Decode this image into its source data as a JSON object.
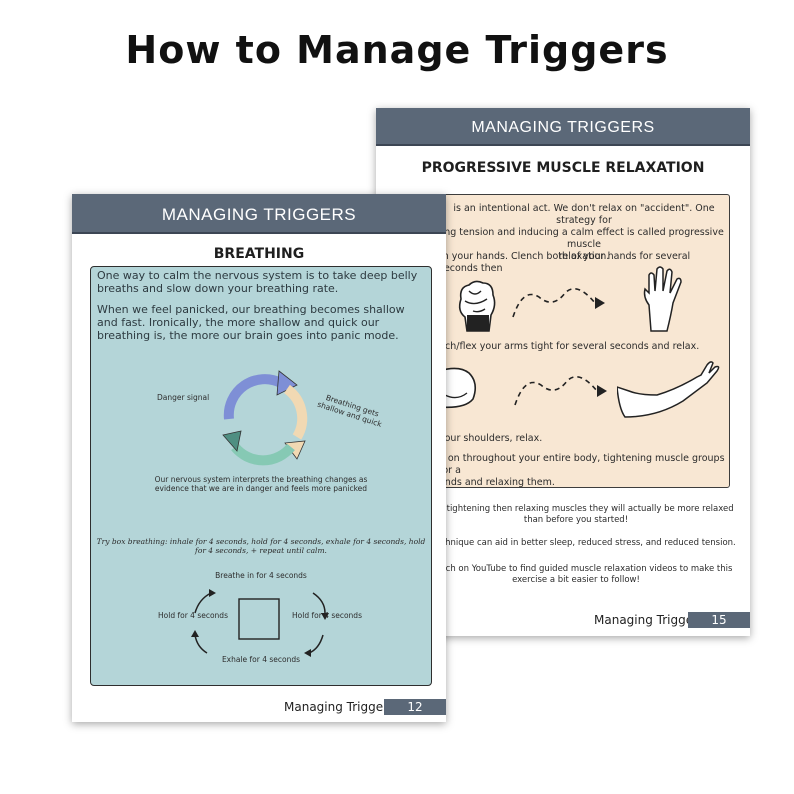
{
  "title": "How to Manage Triggers",
  "page_back": {
    "header": "MANAGING TRIGGERS",
    "section_title": "PROGRESSIVE MUSCLE RELAXATION",
    "box_line1": "is an intentional act. We don't relax on \"accident\". One strategy for",
    "box_line2": "ng tension and inducing a calm effect is called progressive muscle",
    "box_line3": "relaxation.",
    "hands_line1": "th your hands. Clench both of your hands for several seconds then",
    "arms_line": "nch/flex your arms tight for several seconds and relax.",
    "shoulders_line": "your shoulders, relax.",
    "body_line1": "e on throughout your entire body, tightening muscle groups for a",
    "body_line2": "onds and relaxing them.",
    "after1_line1": "onally tightening then relaxing muscles they will actually be more relaxed",
    "after1_line2": "than before you started!",
    "after2": "ion technique can aid in better sleep, reduced stress, and reduced tension.",
    "after3_line1": "o search on YouTube to find guided muscle relaxation videos to make this",
    "after3_line2": "exercise a bit easier to follow!",
    "footer_label": "Managing Triggers",
    "page_number": "15"
  },
  "page_front": {
    "header": "MANAGING TRIGGERS",
    "section_title": "BREATHING",
    "intro_p1": "One way to calm the nervous system is to take deep belly breaths and slow down your breathing rate.",
    "intro_p2": "When we feel panicked, our breathing becomes shallow and fast. Ironically, the more shallow and quick our breathing is, the more our brain goes into panic mode.",
    "cycle_danger": "Danger signal",
    "cycle_shallow": "Breathing gets shallow and quick",
    "cycle_interpret": "Our nervous system interprets the breathing changes as evidence that we are in danger and feels more panicked",
    "box_breathing": "Try box breathing: inhale for 4 seconds, hold for 4 seconds, exhale for 4 seconds, hold for 4 seconds, + repeat until calm.",
    "breathe_in": "Breathe in for 4 seconds",
    "hold_left": "Hold for 4 seconds",
    "hold_right": "Hold for 4 seconds",
    "exhale": "Exhale for 4 seconds",
    "footer_label": "Managing Triggers",
    "page_number": "12"
  }
}
